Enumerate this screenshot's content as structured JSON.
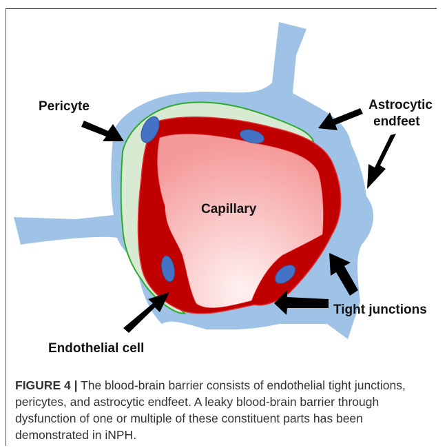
{
  "labels": {
    "pericyte": "Pericyte",
    "astrocytic_line1": "Astrocytic",
    "astrocytic_line2": "endfeet",
    "capillary": "Capillary",
    "tight_junctions": "Tight junctions",
    "endothelial_cell": "Endothelial cell"
  },
  "caption": {
    "label": "FIGURE 4 |",
    "text": "The blood-brain barrier consists of endothelial tight junctions, pericytes, and astrocytic endfeet. A leaky blood-brain barrier through dysfunction of one or multiple of these constituent parts has been demonstrated in iNPH."
  },
  "colors": {
    "astrocyte": "#9fc3e7",
    "pericyte": "#d9ead3",
    "pericyte_outline": "#2eaa2e",
    "endothelium": "#c00000",
    "nucleus": "#4472c4",
    "arrow": "#000000"
  }
}
